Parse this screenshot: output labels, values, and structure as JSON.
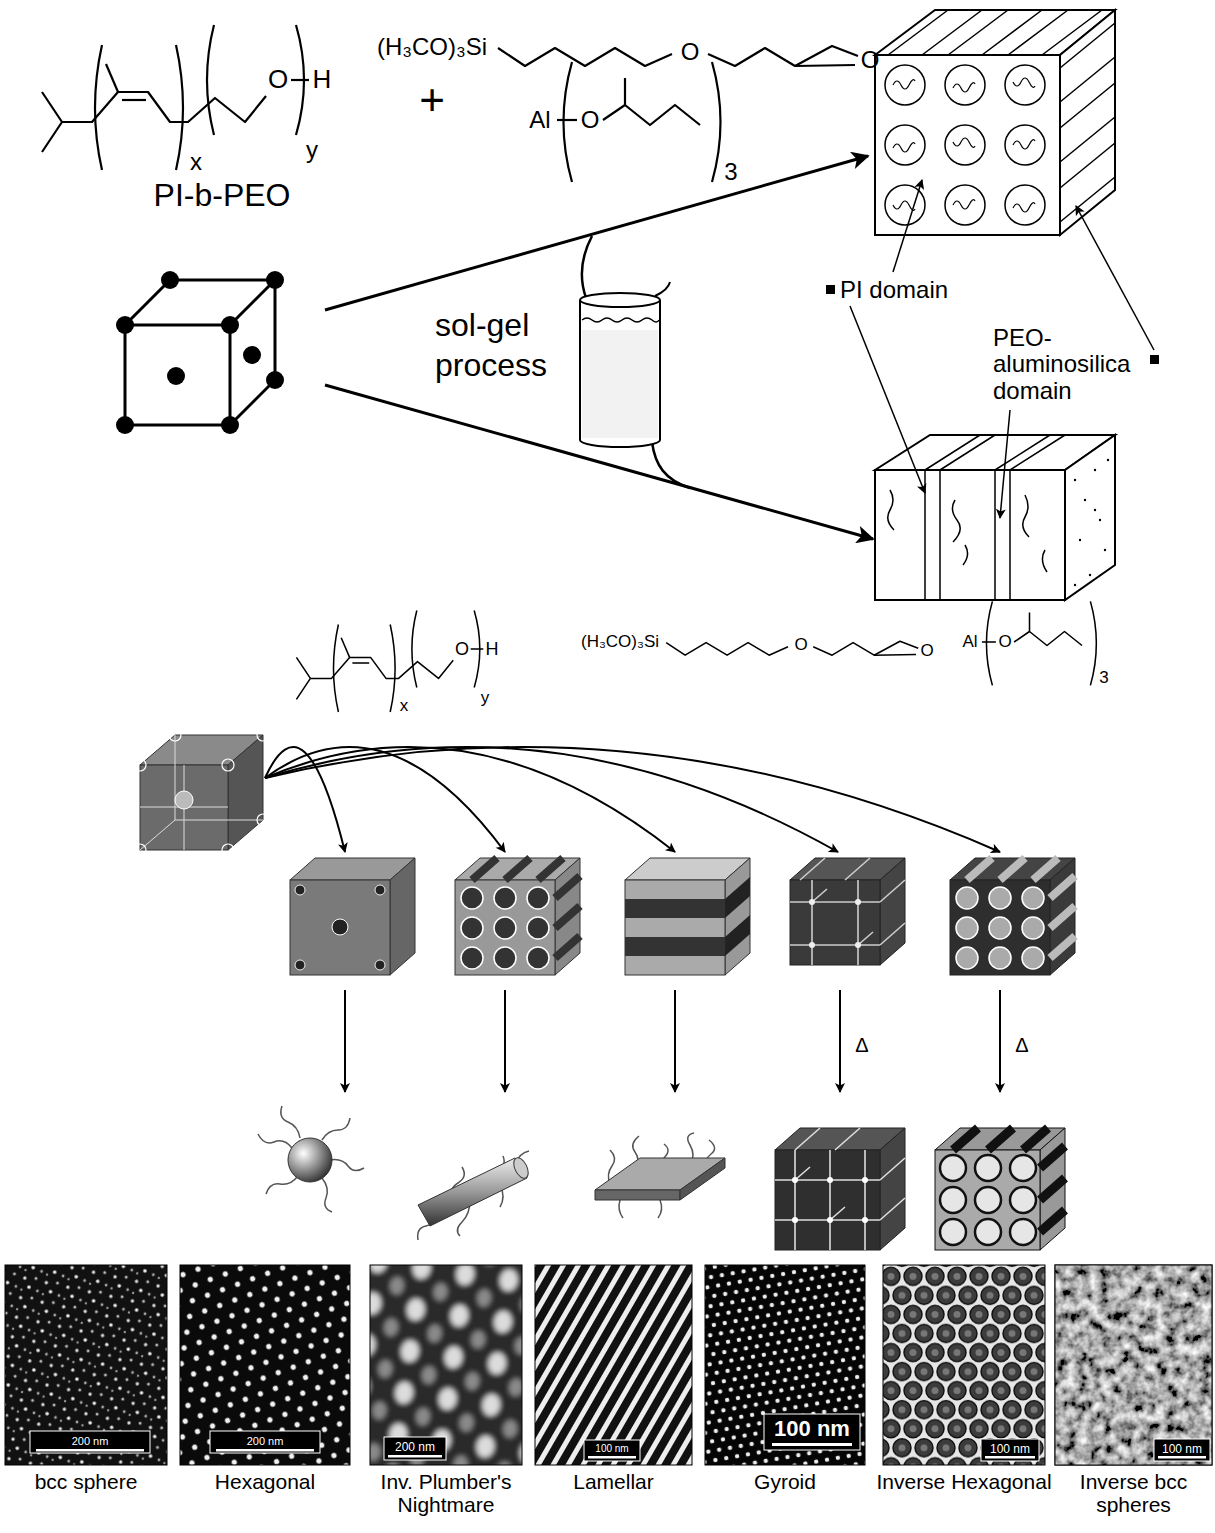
{
  "diagram": {
    "nodes": [
      {
        "text": [
          "200 nm",
          "bcc sphere"
        ]
      },
      {
        "text": [
          "200 nm",
          "Hexagonal"
        ]
      },
      {
        "text": [
          "200 nm",
          "Inv. Plumber's Nightmare"
        ]
      },
      {
        "text": [
          "100 nm",
          "Lamellar"
        ]
      },
      {
        "text": [
          "100 nm",
          "Gyroid"
        ]
      },
      {
        "text": [
          "100 nm",
          "Inverse Hexagonal"
        ]
      },
      {
        "text": [
          "100 nm",
          "Inverse bcc spheres"
        ]
      }
    ],
    "labels": [
      "O",
      "H",
      "x",
      "y",
      "PI-b-PEO",
      "+",
      "(H₃CO)₃Si",
      "O",
      "O",
      "Al",
      "O",
      "3",
      "sol-gel process",
      "PI domain",
      "PEO- aluminosilica domain",
      "O",
      "H",
      "x",
      "y",
      "(H₃CO)₃Si",
      "O",
      "O",
      "Al",
      "O",
      "3",
      "Δ",
      "Δ"
    ]
  }
}
